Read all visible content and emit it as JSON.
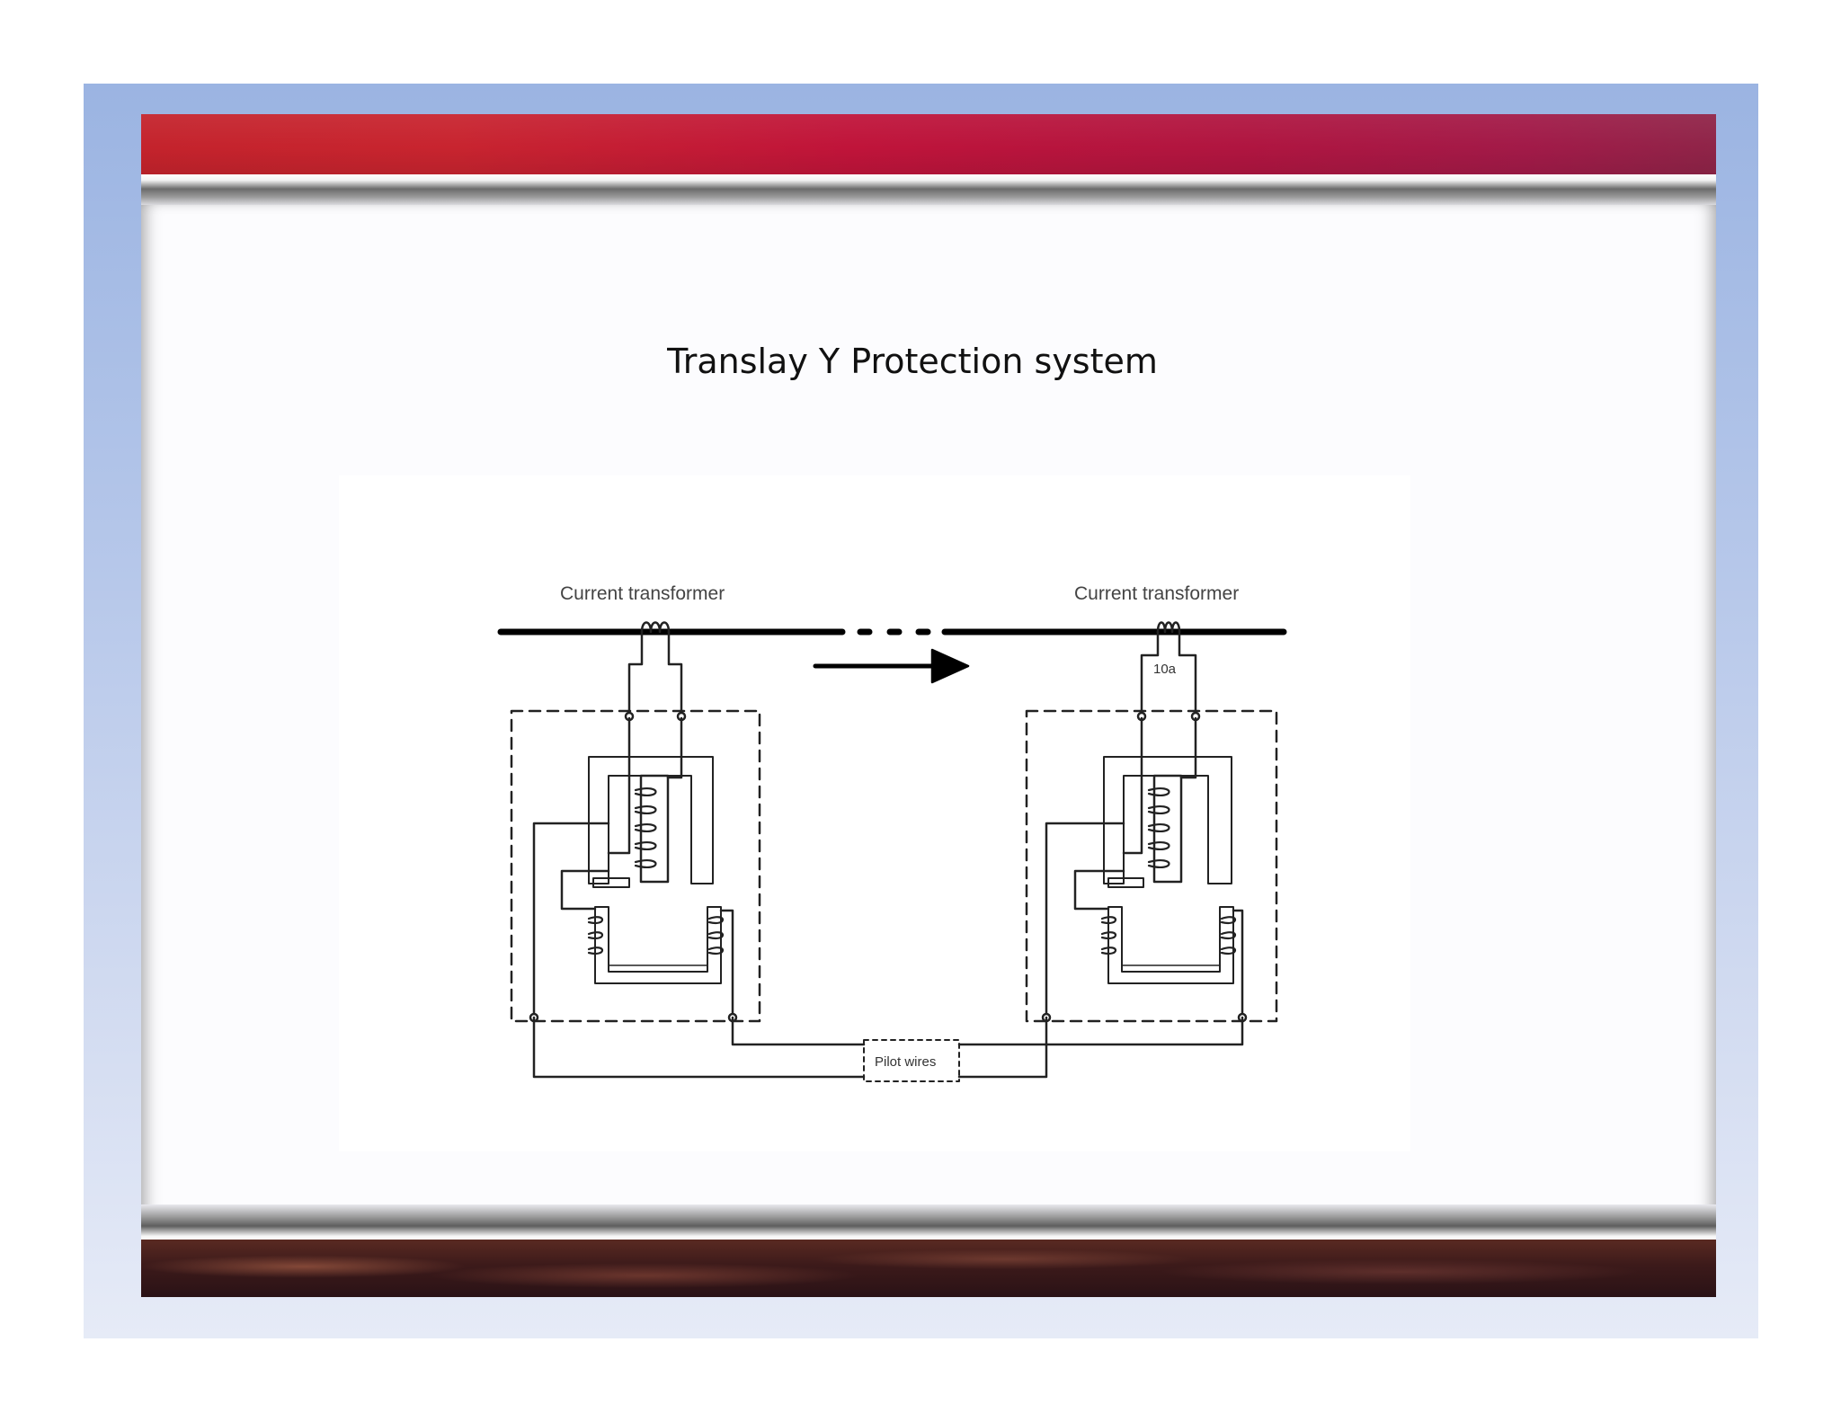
{
  "slide": {
    "title": "Translay Y Protection system"
  },
  "diagram": {
    "labels": {
      "ct_left": "Current transformer",
      "ct_right": "Current transformer",
      "right_tag": "10a",
      "pilot_wires": "Pilot wires"
    }
  },
  "colors": {
    "header_red": "#c0143a",
    "footer_dark": "#3c1a1a",
    "frame_blue": "#9bb4e2"
  }
}
